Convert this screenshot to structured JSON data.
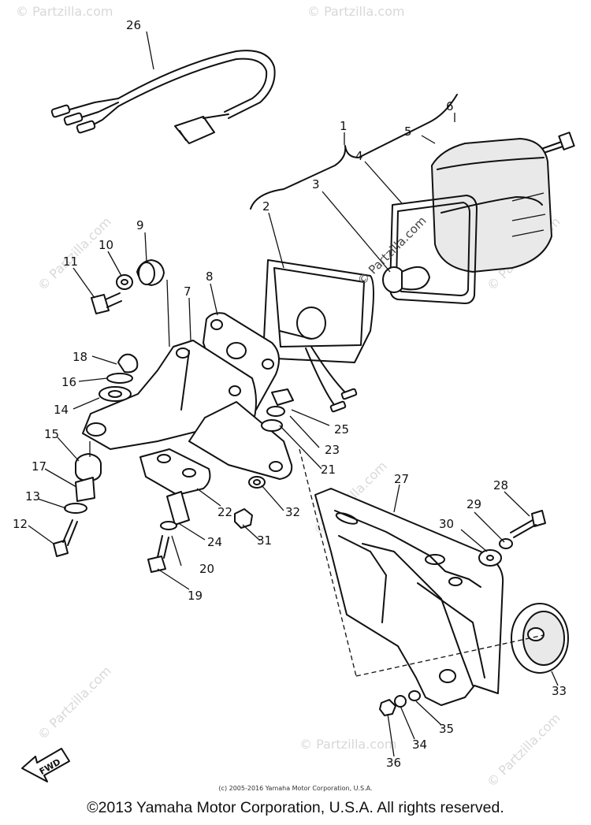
{
  "watermark": "© Partzilla.com",
  "center_watermark": "© Partzilla.com",
  "fwd_label": "FWD",
  "parts": [
    {
      "id": "26"
    },
    {
      "id": "1"
    },
    {
      "id": "6"
    },
    {
      "id": "5"
    },
    {
      "id": "4"
    },
    {
      "id": "3"
    },
    {
      "id": "2"
    },
    {
      "id": "9"
    },
    {
      "id": "10"
    },
    {
      "id": "11"
    },
    {
      "id": "8"
    },
    {
      "id": "7"
    },
    {
      "id": "18"
    },
    {
      "id": "16"
    },
    {
      "id": "14"
    },
    {
      "id": "15"
    },
    {
      "id": "17"
    },
    {
      "id": "13"
    },
    {
      "id": "12"
    },
    {
      "id": "25"
    },
    {
      "id": "23"
    },
    {
      "id": "21"
    },
    {
      "id": "22"
    },
    {
      "id": "24"
    },
    {
      "id": "20"
    },
    {
      "id": "19"
    },
    {
      "id": "31"
    },
    {
      "id": "32"
    },
    {
      "id": "27"
    },
    {
      "id": "28"
    },
    {
      "id": "29"
    },
    {
      "id": "30"
    },
    {
      "id": "33"
    },
    {
      "id": "35"
    },
    {
      "id": "34"
    },
    {
      "id": "36"
    }
  ],
  "footer": {
    "small": "(c) 2005-2016 Yamaha Motor Corporation, U.S.A.",
    "main": "©2013 Yamaha Motor Corporation, U.S.A. All rights reserved."
  }
}
